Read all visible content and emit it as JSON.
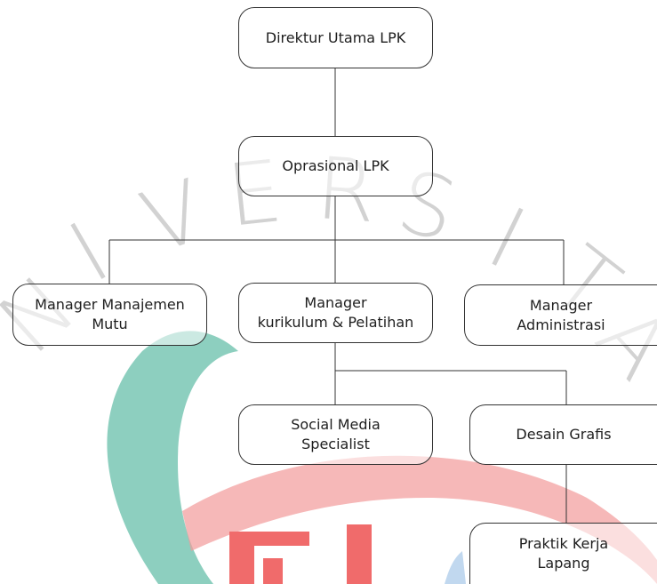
{
  "watermark": {
    "letters": [
      "N",
      "I",
      "V",
      "E",
      "R",
      "S",
      "I",
      "T",
      "A"
    ],
    "colors": {
      "arc_green": "#79c7b4",
      "arc_red": "#f29a9a",
      "logo_red": "#f06b6b"
    }
  },
  "org_chart": {
    "nodes": {
      "direktur": {
        "label": "Direktur Utama LPK"
      },
      "operasional": {
        "label": "Oprasional LPK"
      },
      "mutu": {
        "line1": "Manager Manajemen",
        "line2": "Mutu"
      },
      "kurikulum": {
        "line1": "Manager",
        "line2": "kurikulum & Pelatihan"
      },
      "administrasi": {
        "line1": "Manager",
        "line2": "Administrasi"
      },
      "social_media": {
        "line1": "Social Media",
        "line2": "Specialist"
      },
      "desain": {
        "label": "Desain Grafis"
      },
      "praktik": {
        "line1": "Praktik Kerja",
        "line2": "Lapang"
      }
    },
    "edges": [
      [
        "direktur",
        "operasional"
      ],
      [
        "operasional",
        "mutu"
      ],
      [
        "operasional",
        "kurikulum"
      ],
      [
        "operasional",
        "administrasi"
      ],
      [
        "kurikulum",
        "social_media"
      ],
      [
        "kurikulum",
        "desain"
      ],
      [
        "desain",
        "praktik"
      ]
    ]
  }
}
